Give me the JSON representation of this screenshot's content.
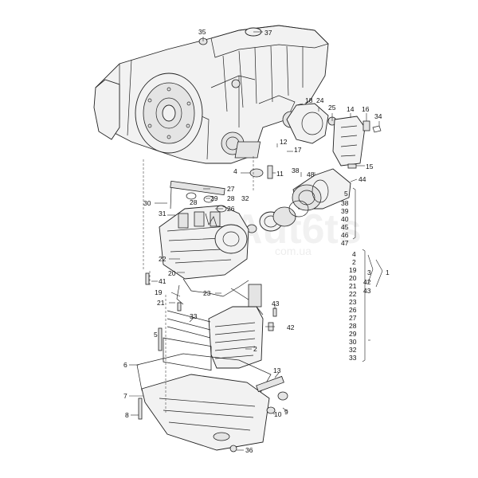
{
  "watermark": {
    "brand": "Aut6ts",
    "domain": "com.ua"
  },
  "callouts": [
    {
      "text": "35"
    },
    {
      "text": "37"
    },
    {
      "text": "18"
    },
    {
      "text": "24"
    },
    {
      "text": "25"
    },
    {
      "text": "14"
    },
    {
      "text": "16"
    },
    {
      "text": "34"
    },
    {
      "text": "12"
    },
    {
      "text": "17"
    },
    {
      "text": "15"
    },
    {
      "text": "4"
    },
    {
      "text": "11"
    },
    {
      "text": "38"
    },
    {
      "text": "48"
    },
    {
      "text": "44"
    },
    {
      "text": "27"
    },
    {
      "text": "28"
    },
    {
      "text": "32"
    },
    {
      "text": "29"
    },
    {
      "text": "30"
    },
    {
      "text": "28"
    },
    {
      "text": "26"
    },
    {
      "text": "31"
    },
    {
      "text": "22"
    },
    {
      "text": "20"
    },
    {
      "text": "41"
    },
    {
      "text": "19"
    },
    {
      "text": "23"
    },
    {
      "text": "21"
    },
    {
      "text": "43"
    },
    {
      "text": "42"
    },
    {
      "text": "33"
    },
    {
      "text": "5"
    },
    {
      "text": "2"
    },
    {
      "text": "6"
    },
    {
      "text": "13"
    },
    {
      "text": "7"
    },
    {
      "text": "9"
    },
    {
      "text": "10"
    },
    {
      "text": "8"
    },
    {
      "text": "36"
    }
  ],
  "group_upper": [
    "5",
    "38",
    "39",
    "40",
    "45",
    "46",
    "47"
  ],
  "group_lower": [
    "4",
    "2",
    "19",
    "20",
    "21",
    "22",
    "23",
    "26",
    "27",
    "28",
    "29",
    "30",
    "32",
    "33"
  ],
  "group_lower_mid": [
    "3",
    "42",
    "43"
  ],
  "group_lower_ref": "1"
}
